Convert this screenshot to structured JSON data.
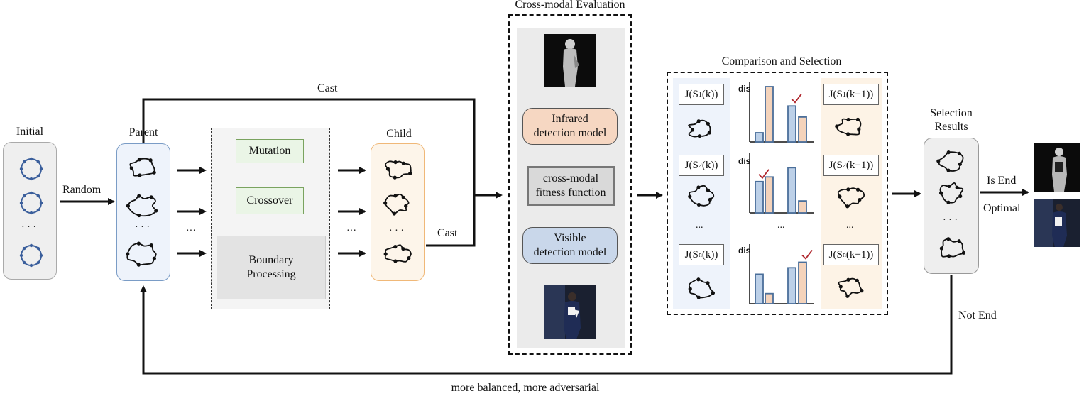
{
  "stages": {
    "initial": "Initial",
    "parent": "Parent",
    "child": "Child",
    "selection_results": "Selection\nResults"
  },
  "operators": {
    "mutation": "Mutation",
    "crossover": "Crossover",
    "boundary": "Boundary\nProcessing"
  },
  "evaluation": {
    "title": "Cross-modal Evaluation",
    "infrared": "Infrared\ndetection model",
    "fitness": "cross-modal\nfitness function",
    "visible": "Visible\ndetection model"
  },
  "comparison": {
    "title": "Comparison and Selection",
    "rows": [
      {
        "left": "J(S1(k))",
        "right": "J(S1(k+1))",
        "sub": "1"
      },
      {
        "left": "J(S2(k))",
        "right": "J(S2(k+1))",
        "sub": "2"
      },
      {
        "left": "J(Sn(k))",
        "right": "J(Sn(k+1))",
        "sub": "n"
      }
    ],
    "axis_label": "dis",
    "ellipsis": "..."
  },
  "edges": {
    "random": "Random",
    "cast_top": "Cast",
    "cast_bottom": "Cast",
    "is_end": "Is End",
    "optimal": "Optimal",
    "not_end": "Not End",
    "feedback": "more balanced, more adversarial"
  },
  "ellipsis_dots": "· · ·",
  "ellipsis_h": "···",
  "colors": {
    "parent_fill": "#eef3fb",
    "parent_border": "#7a9cc6",
    "child_fill": "#fdf5ea",
    "child_border": "#f0b878",
    "op_fill": "#eaf5e6",
    "op_border": "#7aa35f",
    "infrared_fill": "#f6d7c2",
    "visible_fill": "#c9d7ea",
    "bar_blue": "#bcd0e8",
    "bar_orange": "#f4d3bb",
    "bar_edge": "#4b6f9a",
    "check": "#b0282f"
  },
  "chart_data": [
    {
      "type": "bar",
      "values": [
        1,
        6,
        3.9,
        2.7
      ],
      "check": 2
    },
    {
      "type": "bar",
      "values": [
        3.4,
        3.9,
        4.9,
        1.3
      ],
      "check": 0
    },
    {
      "type": "bar",
      "values": [
        3.2,
        1.1,
        3.9,
        4.5
      ],
      "check": 3
    }
  ]
}
